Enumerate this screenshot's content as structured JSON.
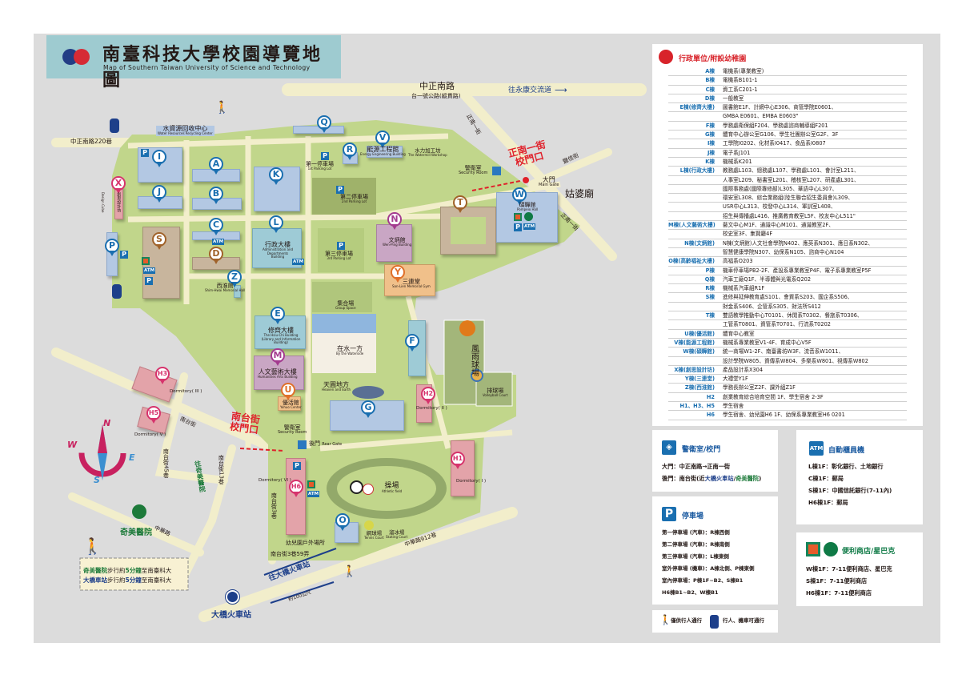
{
  "title": {
    "zh": "南臺科技大學校園導覽地圖",
    "en": "Map of Southern Taiwan University of Science and Technology"
  },
  "map": {
    "roads": {
      "zhongzheng": "中正南路",
      "hwy1": "台一號公路(縱貫路)",
      "to_yongkang": "往永康交流道",
      "zhengnan1": "正南一街",
      "zhengnan1b": "正南一街",
      "luxin": "鹽信街",
      "lane220": "中正南路220巷",
      "nantai": "南台街",
      "nantai45": "南台街45巷",
      "nantai13": "南台街13巷",
      "nantai3": "南台街3巷",
      "nantai3_59": "南台街3巷59弄",
      "zhonghua": "中華路",
      "zhonghua912": "中華路912巷",
      "to_dawan_station": "往大橋火車站",
      "to_chimei": "往奇美醫院",
      "distance": "約100公尺"
    },
    "places": {
      "gupo": "姑婆廟",
      "chimei": "奇美醫院",
      "dawan": "大橋火車站"
    },
    "gates": {
      "main_zh": "正南一街",
      "main_zh2": "校門口",
      "main": "大門",
      "main_en": "Main Gate",
      "rear_zh": "南台街",
      "rear_zh2": "校門口",
      "rear": "後門",
      "rear_en": "Rear Gate",
      "sec": "警衛室",
      "sec_en": "Security Room",
      "sec2": "警衛室",
      "sec2_en": "Security Room"
    },
    "labels": {
      "water": "水資源回收中心",
      "water_en": "Water Resources Recycling Center",
      "energy": "能源工程館",
      "energy_en": "Energy Engineering Building",
      "waterpower": "水力加工坊",
      "waterpower_en": "The Watermill Workshop",
      "p1": "第一停車場",
      "p1_en": "1st Parking Lot",
      "p2": "第二停車場",
      "p2_en": "2nd Parking Lot",
      "p3": "第三停車場",
      "p3_en": "3rd Parking Lot",
      "admin": "行政大樓",
      "admin_en": "Administration and Departments Building",
      "xihuai": "西淮館",
      "xihuai_en": "Shim-Hwai Memorial Hall",
      "group": "集合場",
      "group_en": "Group Space",
      "xiuqi": "修齊大樓",
      "xiuqi_en": "The Hsiu-Chi Building (Library and Information Building)",
      "waterside": "在水一方",
      "waterside_en": "By the Waterside",
      "arts": "人文藝術大樓",
      "arts_en": "Humanities Arts Building",
      "youhuo": "優活館",
      "youhuo_en": "Yohuo Center",
      "heaven": "天圓地方",
      "heaven_en": "Heaven and Earth",
      "wenbing": "文炳館",
      "wenbing_en": "Wen-Ping Building",
      "sanlian": "三連堂",
      "sanlian_en": "San-Lien Memorial Gym",
      "wenhui": "碩韡館",
      "wenhui_en": "Pompeio Hall",
      "court": "風雨球場",
      "volley": "排球場",
      "volley_en": "Volleyball Court",
      "field": "操場",
      "field_en": "Athletic field",
      "tennis": "網球場",
      "tennis_en": "Tennis Court",
      "skate": "溜冰場",
      "skate_en": "Skating Court",
      "kinder": "幼兒園戶外場所",
      "design": "創思設計坊",
      "design_en": "Design Cube",
      "dorm1": "Dormitory( I )",
      "dorm2": "Dormitory( II )",
      "dorm3": "Dormitory( III )",
      "dorm5": "Dormitory( V )",
      "dorm6": "Dormitory( VI )"
    },
    "pins": {
      "A": "A",
      "B": "B",
      "C": "C",
      "D": "D",
      "E": "E",
      "F": "F",
      "G": "G",
      "H1": "H1",
      "H2": "H2",
      "H3": "H3",
      "H5": "H5",
      "H6": "H6",
      "I": "I",
      "J": "J",
      "K": "K",
      "L": "L",
      "M": "M",
      "N": "N",
      "O": "O",
      "P": "P",
      "Q": "Q",
      "R": "R",
      "S": "S",
      "T": "T",
      "U": "U",
      "V": "V",
      "W": "W",
      "X": "X",
      "Y": "Y",
      "Z": "Z"
    },
    "compass": {
      "n": "N",
      "s": "S",
      "e": "E",
      "w": "W"
    },
    "walk_note": {
      "l1a": "奇美醫院",
      "l1b": "步行約",
      "l1c": "5分鐘",
      "l1d": "至南臺科大",
      "l2a": "大橋車站",
      "l2b": "步行約",
      "l2c": "5分鐘",
      "l2d": "至南臺科大"
    }
  },
  "legend": {
    "title": "行政單位/附設幼稚園",
    "rows": [
      {
        "key": "A棟",
        "lines": [
          "電機系(專業教室)"
        ]
      },
      {
        "key": "B棟",
        "lines": [
          "電機系B101-1"
        ]
      },
      {
        "key": "C棟",
        "lines": [
          "資工系C201-1"
        ]
      },
      {
        "key": "D棟",
        "lines": [
          "一般教室"
        ]
      },
      {
        "key": "E棟(修齊大樓)",
        "lines": [
          "圖書館E1F、計網中心E306、商管學院E0601、",
          "GMBA E0601、EMBA E0603\""
        ]
      },
      {
        "key": "F棟",
        "lines": [
          "學務處衛保組F204、學務處諮商輔導組F201"
        ]
      },
      {
        "key": "G棟",
        "lines": [
          "體育中心辦公室G106、學生社團辦公室G2F、3F"
        ]
      },
      {
        "key": "I棟",
        "lines": [
          "工學院I0202、化材系I0417、食品系I0807"
        ]
      },
      {
        "key": "J棟",
        "lines": [
          "電子系J101"
        ]
      },
      {
        "key": "K棟",
        "lines": [
          "機械系K201"
        ]
      },
      {
        "key": "L棟(行政大樓)",
        "lines": [
          "教務處L103、總務處L107、學務處L101、會計室L211、",
          "人事室L209、秘書室L201、稽核室L207、研產處L301、",
          "國際事務處(國際專修部)L305、華語中心L307、",
          "環安室L308、綜合業務組(陸生聯合招生委員會)L309、",
          "USR中心L313、校發中心L314、軍訓室L408、",
          "招生與傳播處L416、推廣教育教室L5F、校友中心L511\""
        ]
      },
      {
        "key": "M棟(人文藝術大樓)",
        "lines": [
          "藝文中心M1F、通識中心M101、通識教室2F、",
          "校史室3F、集賢廳4F"
        ]
      },
      {
        "key": "N棟(文炳館)",
        "lines": [
          "N棟(文炳館)人文社會學院N402、應英系N301、應日系N302、",
          "智慧健康學院N307、幼保系N105、諮商中心N104"
        ]
      },
      {
        "key": "O棟(高齡福祉大樓)",
        "lines": [
          "高福系O203"
        ]
      },
      {
        "key": "P棟",
        "lines": [
          "機車停車場PB2-2F、產設系專業教室P4F、電子系專業教室P5F"
        ]
      },
      {
        "key": "Q棟",
        "lines": [
          "汽車工廠Q1F、半導體與光電系Q202"
        ]
      },
      {
        "key": "R棟",
        "lines": [
          "機械系汽車組R1F"
        ]
      },
      {
        "key": "S棟",
        "lines": [
          "進修與延伸教育處S101、會資系S203、國企系S506、",
          "財金系S406、企管系S305、財法所S412"
        ]
      },
      {
        "key": "T棟",
        "lines": [
          "雙語教學推動中心T0101、休閒系T0302、餐旅系T0306、",
          "工管系T0801、資管系T0701、行流系T0202"
        ]
      },
      {
        "key": "U棟(優活館)",
        "lines": [
          "體育中心教室"
        ]
      },
      {
        "key": "V棟(能源工程館)",
        "lines": [
          "機械系專業教室V1-4F、育成中心V5F"
        ]
      },
      {
        "key": "W棟(碩韡館)",
        "lines": [
          "統一商場W1-2F、南臺書坊W3F、流音系W1011、",
          "設計學院W805、資傳系W804、多樂系W801、視傳系W802"
        ]
      },
      {
        "key": "X棟(創思設計坊)",
        "lines": [
          "產品設計系X304"
        ]
      },
      {
        "key": "Y棟(三連堂)",
        "lines": [
          "大禮堂Y1F"
        ]
      },
      {
        "key": "Z棟(西淮館)",
        "lines": [
          "學務長辦公室Z2F、課外組Z1F"
        ]
      },
      {
        "key": "H2",
        "lines": [
          "創業教育綜合培育空間 1F、學生宿舍 2-3F"
        ]
      },
      {
        "key": "H1、H3、H5",
        "lines": [
          "學生宿舍"
        ]
      },
      {
        "key": "H6",
        "lines": [
          "學生宿舍、幼兒園H6 1F、幼保系專業教室H6 0201"
        ]
      }
    ]
  },
  "security": {
    "title": "警衛室/校門",
    "main": "大門：中正南路→正南一街",
    "rear_a": "後門：南台街(近",
    "rear_b": "大橋火車站",
    "rear_c": "/",
    "rear_d": "奇美醫院",
    "rear_e": ")"
  },
  "atm": {
    "icon": "ATM",
    "title": "自動櫃員機",
    "lines": [
      "L棟1F：彰化銀行、土地銀行",
      "C棟1F：郵局",
      "S棟1F：中國信託銀行(7-11內)",
      "H6棟1F：郵局"
    ]
  },
  "parking": {
    "icon": "P",
    "title": "停車場",
    "lines": [
      "第一停車場 (汽車)：R棟西側",
      "第二停車場 (汽車)：R棟南側",
      "第三停車場 (汽車)：L棟東側",
      "室外停車場 (機車)：A棟北側、P棟東側",
      "室內停車場：P棟1F~B2、S棟B1",
      "H6棟B1~B2、W棟B1"
    ]
  },
  "store": {
    "title": "便利商店/星巴克",
    "lines": [
      "W棟1F：7-11便利商店、星巴克",
      "S棟1F：7-11便利商店",
      "H6棟1F：7-11便利商店"
    ]
  },
  "access": {
    "walk": "僅供行人通行",
    "moto": "行人、機車可通行"
  }
}
